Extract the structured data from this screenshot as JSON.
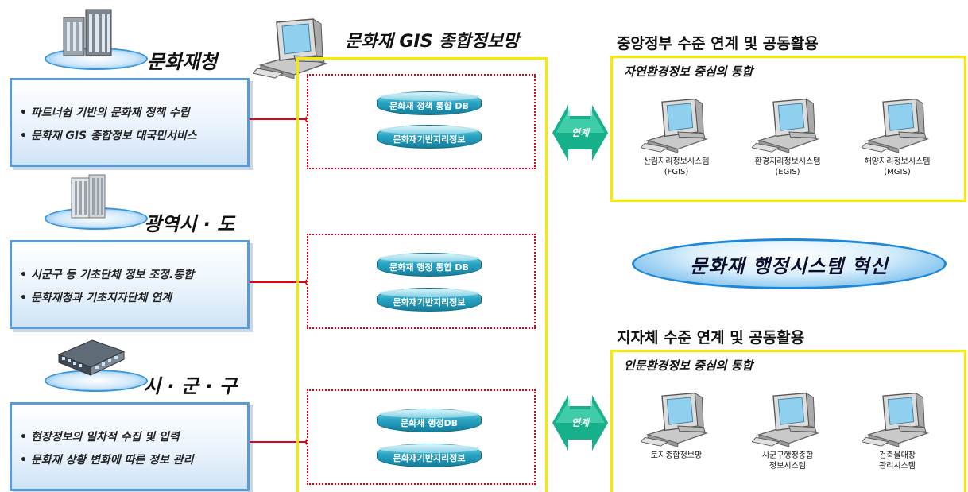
{
  "center": {
    "title": "문화재 GIS 종합정보망",
    "groups": [
      {
        "db1": "문화재 정책 통합 DB",
        "db2": "문화재기반지리정보"
      },
      {
        "db1": "문화재 행정 통합 DB",
        "db2": "문화재기반지리정보"
      },
      {
        "db1": "문화재 행정DB",
        "db2": "문화재기반지리정보"
      }
    ],
    "link_label": "연계"
  },
  "orgs": [
    {
      "name": "문화재청",
      "lines": [
        "• 파트너쉽 기반의 문화재 정책 수립",
        "• 문화재 GIS 종합정보 대국민서비스"
      ]
    },
    {
      "name": "광역시 · 도",
      "lines": [
        "• 시군구 등 기초단체 정보 조정.통합",
        "• 문화재청과 기초지자단체 연계"
      ]
    },
    {
      "name": "시 · 군 · 구",
      "lines": [
        "• 현장정보의 일차적 수집 및 입력",
        "• 문화재 상황 변화에 따른 정보 관리"
      ]
    }
  ],
  "central_gov": {
    "title": "중앙정부 수준 연계 및 공동활용",
    "subtitle": "자연환경정보 중심의 통합",
    "systems": [
      "산림지리정보시스템\n(FGIS)",
      "환경지리정보시스템\n(EGIS)",
      "해양지리정보시스템\n(MGIS)"
    ]
  },
  "innovation": "문화재 행정시스템 혁신",
  "local_gov": {
    "title": "지자체 수준 연계 및 공동활용",
    "subtitle": "인문환경정보 중심의 통합",
    "systems": [
      "토지종합정보망",
      "시군구행정종합\n정보시스템",
      "건축물대장\n관리시스템"
    ]
  },
  "colors": {
    "accent_red": "#e60012",
    "frame_yellow": "#f5ea00",
    "box_blue": "#5b9bd5",
    "db_teal": "#2aa6c4",
    "arrow_green": "#16b08a"
  }
}
